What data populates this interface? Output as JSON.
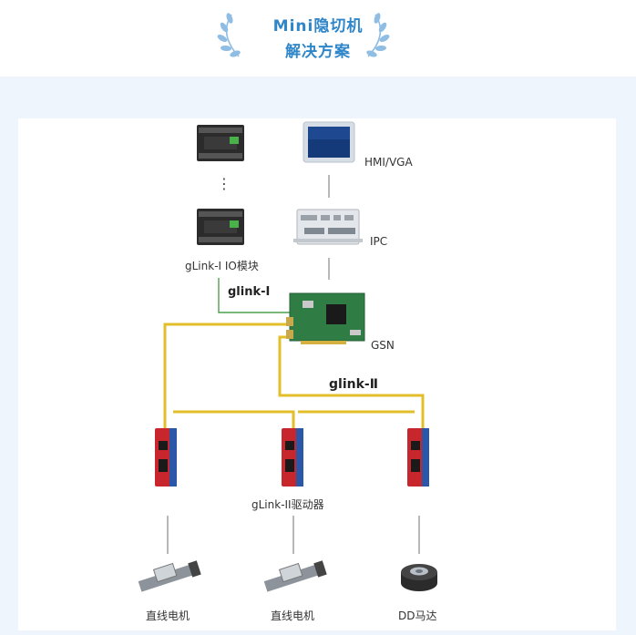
{
  "header": {
    "title_line1": "Mini隐切机",
    "title_line2": "解决方案"
  },
  "diagram": {
    "hmi_label": "HMI/VGA",
    "ipc_label": "IPC",
    "io_label": "gLink-I IO模块",
    "gsn_label": "GSN",
    "glink1_label": "glink-Ⅰ",
    "glink2_label": "glink-Ⅱ",
    "drive_label": "gLink-II驱动器",
    "motor1_label": "直线电机",
    "motor2_label": "直线电机",
    "motor3_label": "DD马达",
    "ellipsis": "⋮"
  },
  "colors": {
    "title": "#2f86c9",
    "bus_yellow": "#e2bf2a",
    "glink1_green": "#4fa04f",
    "line_gray": "#888888",
    "drive_red": "#c7262d",
    "drive_blue": "#2a57a8",
    "pcb_green": "#2f7d45"
  }
}
